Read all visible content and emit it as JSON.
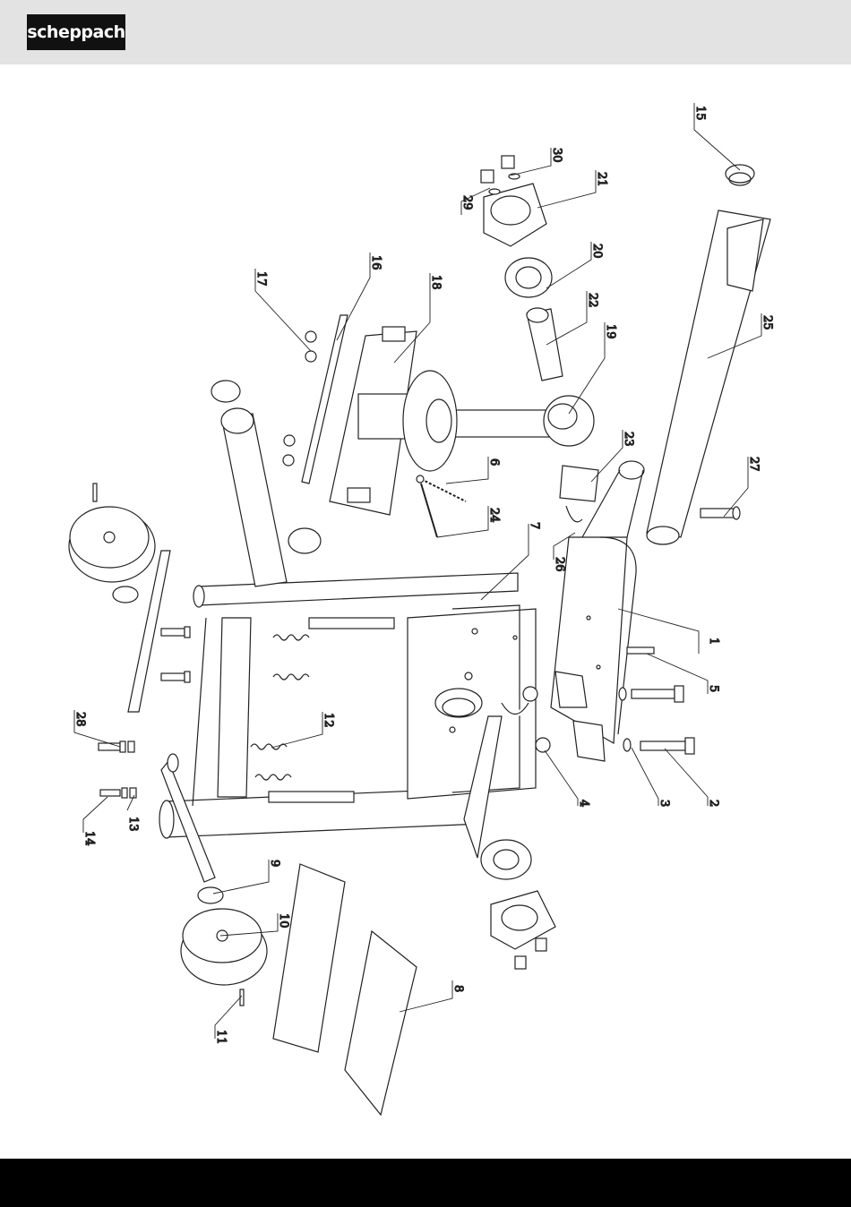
{
  "brand": {
    "logo_text": "scheppach"
  },
  "parts": [
    {
      "num": "1"
    },
    {
      "num": "2"
    },
    {
      "num": "3"
    },
    {
      "num": "4"
    },
    {
      "num": "5"
    },
    {
      "num": "6"
    },
    {
      "num": "7"
    },
    {
      "num": "8"
    },
    {
      "num": "9"
    },
    {
      "num": "10"
    },
    {
      "num": "11"
    },
    {
      "num": "12"
    },
    {
      "num": "13"
    },
    {
      "num": "14"
    },
    {
      "num": "15"
    },
    {
      "num": "16"
    },
    {
      "num": "17"
    },
    {
      "num": "18"
    },
    {
      "num": "19"
    },
    {
      "num": "20"
    },
    {
      "num": "21"
    },
    {
      "num": "22"
    },
    {
      "num": "23"
    },
    {
      "num": "24"
    },
    {
      "num": "25"
    },
    {
      "num": "26"
    },
    {
      "num": "27"
    },
    {
      "num": "28"
    },
    {
      "num": "29"
    },
    {
      "num": "30"
    }
  ],
  "colors": {
    "header_bg": "#e3e3e3",
    "footer_bg": "#000000",
    "logo_bg": "#111111",
    "line": "#222222"
  }
}
